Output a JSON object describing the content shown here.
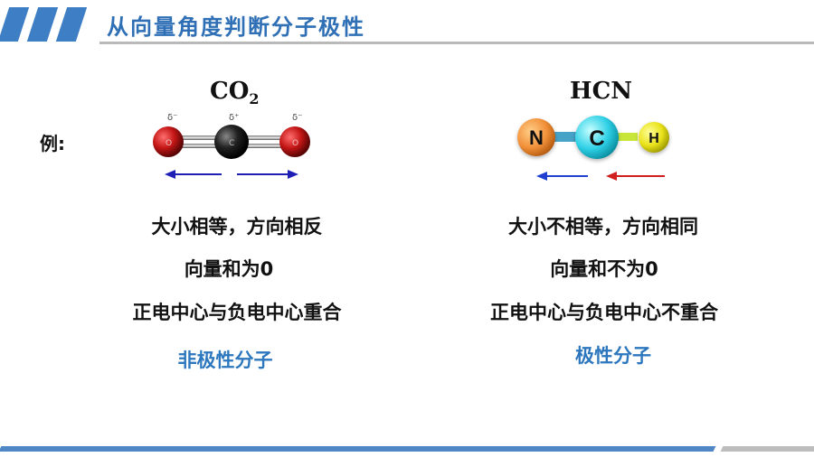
{
  "header": {
    "title": "从向量角度判断分子极性"
  },
  "example_label": "例:",
  "co2": {
    "label_main": "CO",
    "label_sub": "2",
    "charges": {
      "left": "δ⁻",
      "center": "δ⁺",
      "right": "δ⁻"
    },
    "atoms": {
      "left": "O",
      "center": "C",
      "right": "O"
    },
    "statements": [
      "大小相等，方向相反",
      "向量和为0",
      "正电中心与负电中心重合"
    ],
    "conclusion": "非极性分子",
    "arrow_color": "#1f1fb5"
  },
  "hcn": {
    "label": "HCN",
    "atoms": {
      "n": "N",
      "c": "C",
      "h": "H"
    },
    "statements": [
      "大小不相等，方向相同",
      "向量和不为0",
      "正电中心与负电中心不重合"
    ],
    "conclusion": "极性分子",
    "arrow_colors": {
      "left": "#1f3fd0",
      "right": "#d11f1f"
    }
  },
  "colors": {
    "accent": "#2e6fb5",
    "conclusion": "#2c77bd"
  }
}
